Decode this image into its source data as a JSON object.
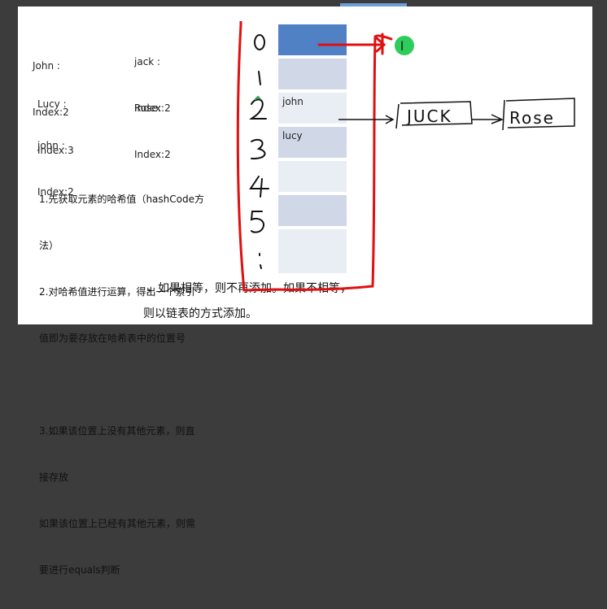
{
  "entries": [
    {
      "name": "John :",
      "index": "Index:2"
    },
    {
      "name": "jack :",
      "index": "Index:2"
    },
    {
      "name": "Lucy :",
      "index": "Index:3"
    },
    {
      "name": "Rose:",
      "index": "Index:2"
    },
    {
      "name": "john :",
      "index": "Index:2"
    }
  ],
  "table": {
    "cells": [
      {
        "index": "0",
        "text": "",
        "color": "#4f81c4"
      },
      {
        "index": "1",
        "text": "",
        "color": "#d0d8e8"
      },
      {
        "index": "2",
        "text": "john",
        "color": "#e9edf4"
      },
      {
        "index": "3",
        "text": "lucy",
        "color": "#d0d8e8"
      },
      {
        "index": "4",
        "text": "",
        "color": "#e9edf4"
      },
      {
        "index": "5",
        "text": "",
        "color": "#d0d8e8"
      },
      {
        "index": ":",
        "text": "",
        "color": "#e9edf4"
      }
    ]
  },
  "steps": {
    "line1": "1.先获取元素的哈希值（hashCode方",
    "line2": "法）",
    "line3": "2.对哈希值进行运算，得出一个索引",
    "line4": "值即为要存放在哈希表中的位置号",
    "line5": "",
    "line6": "3.如果该位置上没有其他元素，则直",
    "line7": "接存放",
    "line8": "如果该位置上已经有其他元素，则需",
    "line9": "要进行equals判断"
  },
  "tail": {
    "line1": "，如果相等，则不再添加。如果不相等，",
    "line2": "则以链表的方式添加。"
  },
  "handwriting": {
    "node1": "JUCK",
    "node2": "Rose",
    "dot_label": "l"
  },
  "colors": {
    "ink_red": "#e01010",
    "ink_black": "#111111",
    "marker_green": "#2ecc5a"
  }
}
